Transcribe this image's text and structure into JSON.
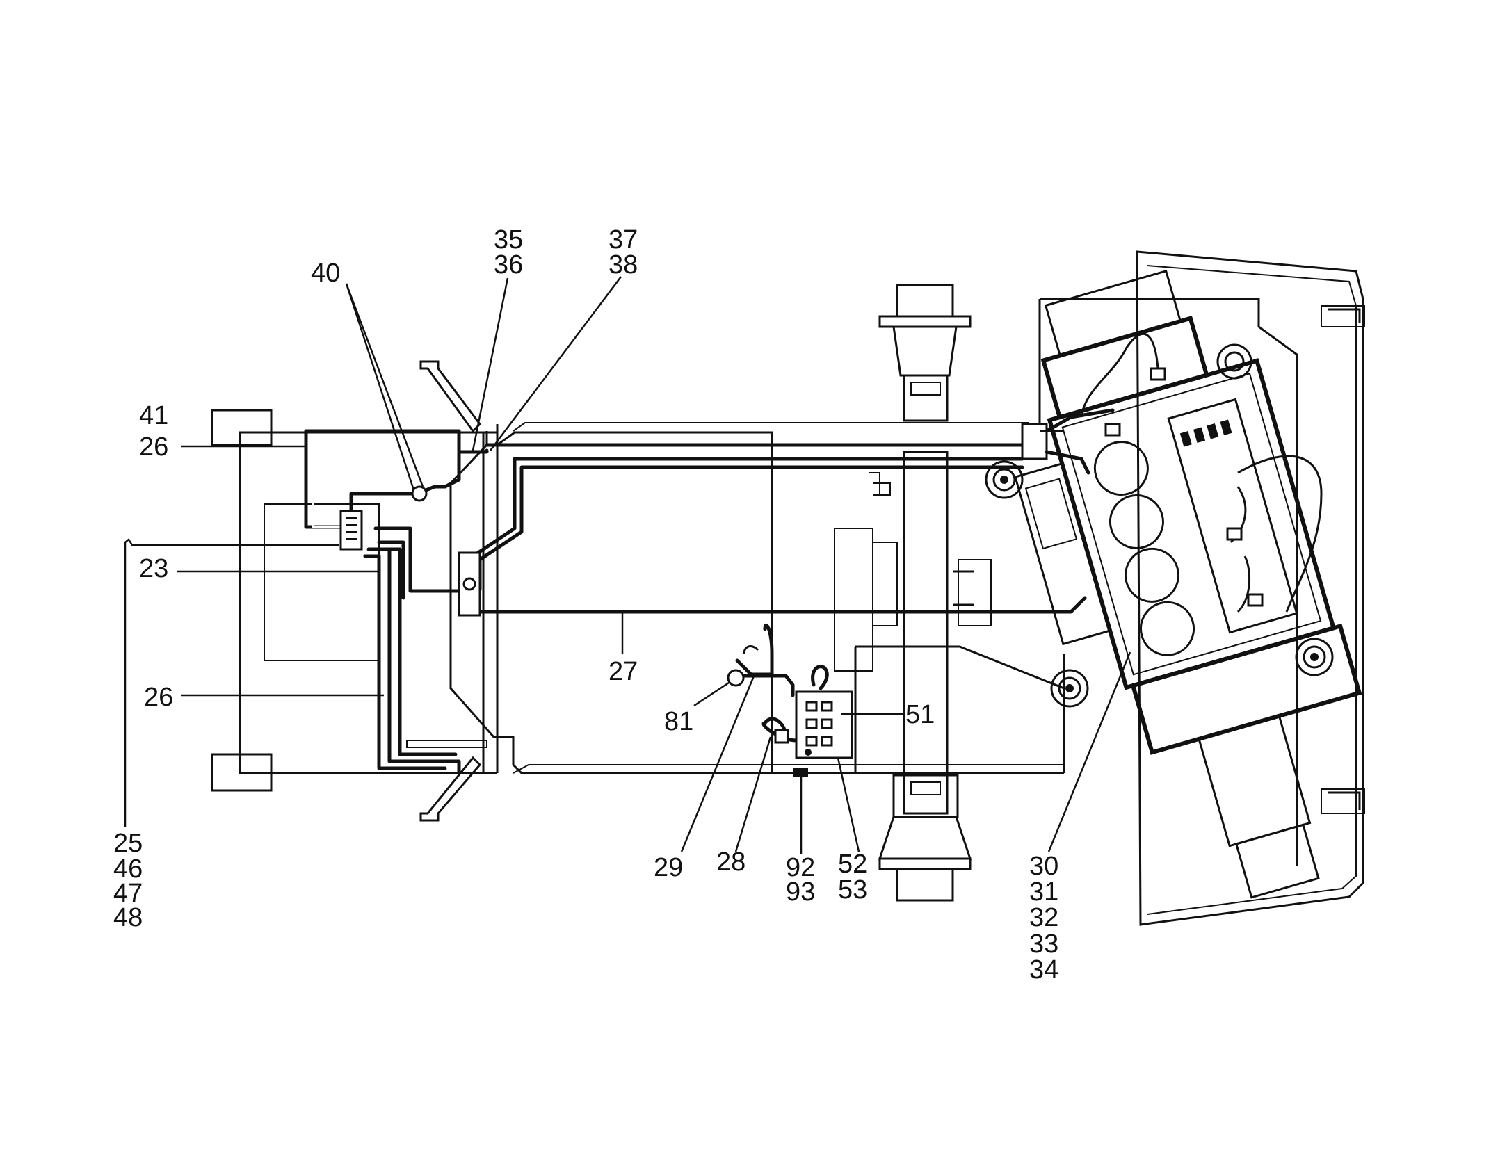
{
  "labels": {
    "l41": "41",
    "l26a": "26",
    "l23": "23",
    "l26b": "26",
    "l25": "25",
    "l46": "46",
    "l47": "47",
    "l48": "48",
    "l40": "40",
    "l35": "35",
    "l36": "36",
    "l37": "37",
    "l38": "38",
    "l27": "27",
    "l81": "81",
    "l51": "51",
    "l29": "29",
    "l28": "28",
    "l92": "92",
    "l93": "93",
    "l52": "52",
    "l53": "53",
    "l30": "30",
    "l31": "31",
    "l32": "32",
    "l33": "33",
    "l34": "34"
  }
}
